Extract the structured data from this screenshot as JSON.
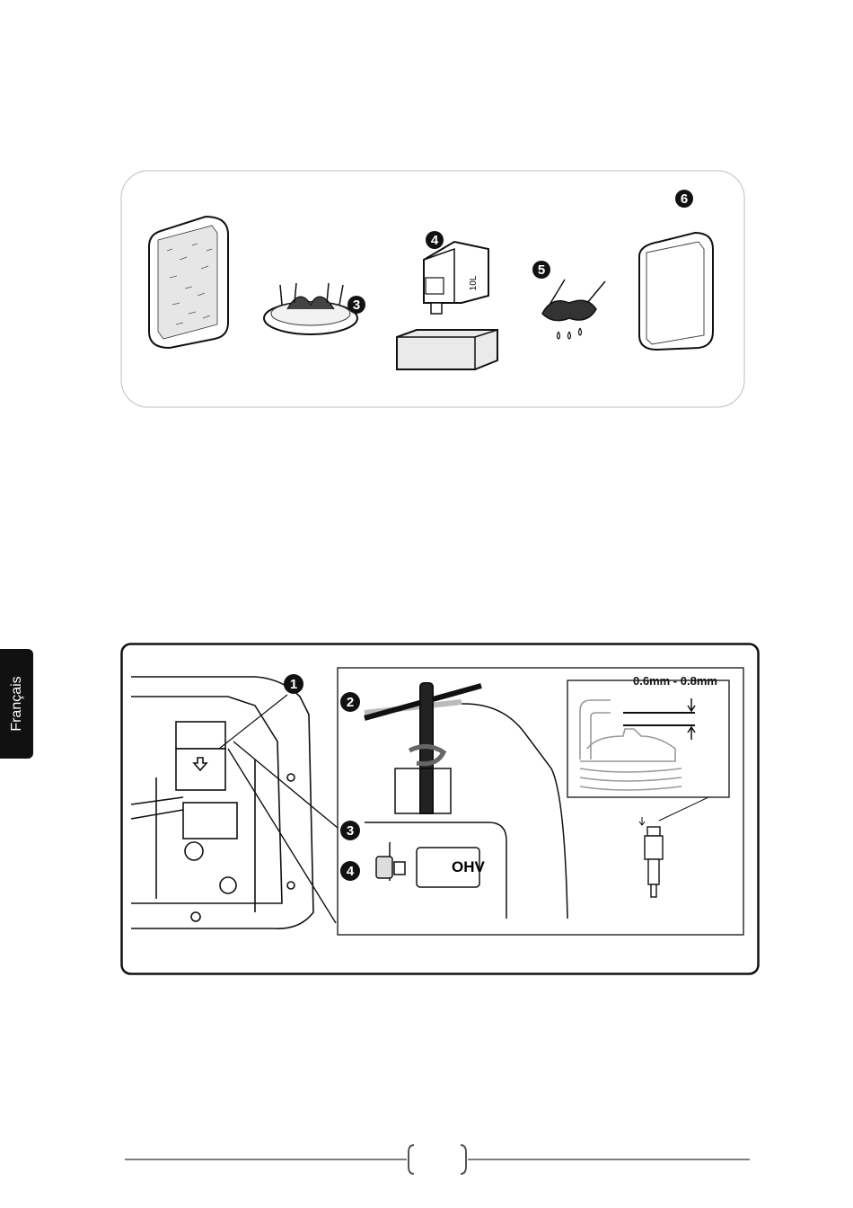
{
  "side_tab": {
    "language": "Français"
  },
  "figure1": {
    "steps": [
      "3",
      "4",
      "5",
      "6"
    ],
    "canister_label": "10L"
  },
  "figure2": {
    "steps": [
      "1",
      "2",
      "3",
      "4"
    ],
    "engine_label": "OHV",
    "gap_spec": "0.6mm - 0.8mm"
  },
  "footer": {
    "page_number": ""
  }
}
